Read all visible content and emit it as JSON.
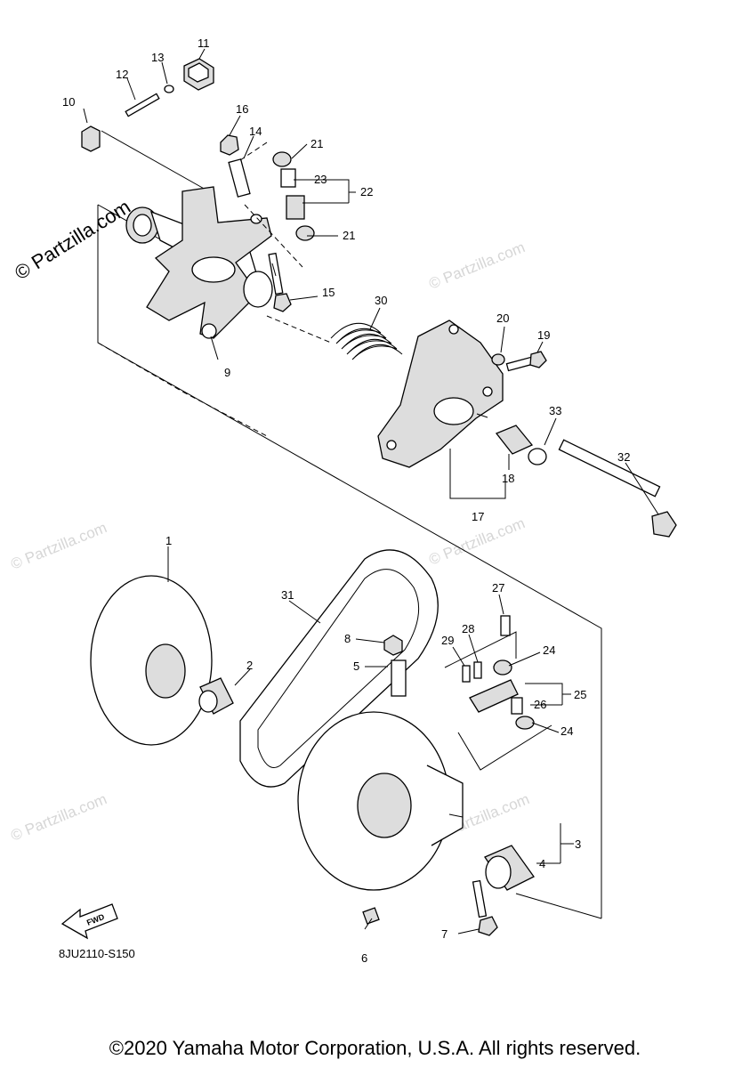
{
  "watermark": "© Partzilla.com",
  "brand_watermark": "© Partzilla.com",
  "diagram_code": "8JU2110-S150",
  "fwd_label": "FWD",
  "copyright": "©2020 Yamaha Motor Corporation, U.S.A. All rights reserved.",
  "callouts": [
    "1",
    "2",
    "3",
    "4",
    "5",
    "6",
    "7",
    "8",
    "9",
    "10",
    "11",
    "12",
    "13",
    "14",
    "15",
    "16",
    "17",
    "18",
    "19",
    "20",
    "21",
    "21",
    "22",
    "23",
    "24",
    "24",
    "25",
    "26",
    "27",
    "28",
    "29",
    "30",
    "31",
    "32",
    "33"
  ]
}
